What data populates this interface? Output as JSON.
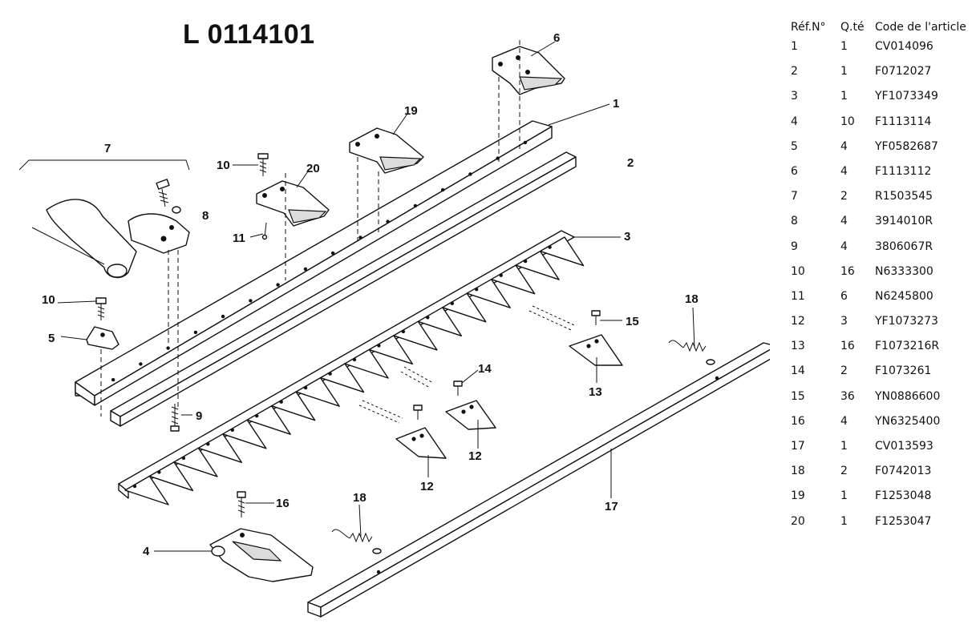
{
  "title": "L 0114101",
  "table": {
    "headers": [
      "Réf.N°",
      "Q.té",
      "Code de l'article"
    ],
    "rows": [
      [
        "1",
        "1",
        "CV014096"
      ],
      [
        "2",
        "1",
        "F0712027"
      ],
      [
        "3",
        "1",
        "YF1073349"
      ],
      [
        "4",
        "10",
        "F1113114"
      ],
      [
        "5",
        "4",
        "YF0582687"
      ],
      [
        "6",
        "4",
        "F1113112"
      ],
      [
        "7",
        "2",
        "R1503545"
      ],
      [
        "8",
        "4",
        "3914010R"
      ],
      [
        "9",
        "4",
        "3806067R"
      ],
      [
        "10",
        "16",
        "N6333300"
      ],
      [
        "11",
        "6",
        "N6245800"
      ],
      [
        "12",
        "3",
        "YF1073273"
      ],
      [
        "13",
        "16",
        "F1073216R"
      ],
      [
        "14",
        "2",
        "F1073261"
      ],
      [
        "15",
        "36",
        "YN0886600"
      ],
      [
        "16",
        "4",
        "YN6325400"
      ],
      [
        "17",
        "1",
        "CV013593"
      ],
      [
        "18",
        "2",
        "F0742013"
      ],
      [
        "19",
        "1",
        "F1253048"
      ],
      [
        "20",
        "1",
        "F1253047"
      ]
    ]
  },
  "callouts": {
    "c1": "1",
    "c2": "2",
    "c3": "3",
    "c4": "4",
    "c5": "5",
    "c6": "6",
    "c7": "7",
    "c8": "8",
    "c9": "9",
    "c10a": "10",
    "c10b": "10",
    "c11": "11",
    "c12a": "12",
    "c12b": "12",
    "c13": "13",
    "c14": "14",
    "c15": "15",
    "c16": "16",
    "c17": "17",
    "c18a": "18",
    "c18b": "18",
    "c19": "19",
    "c20": "20"
  }
}
